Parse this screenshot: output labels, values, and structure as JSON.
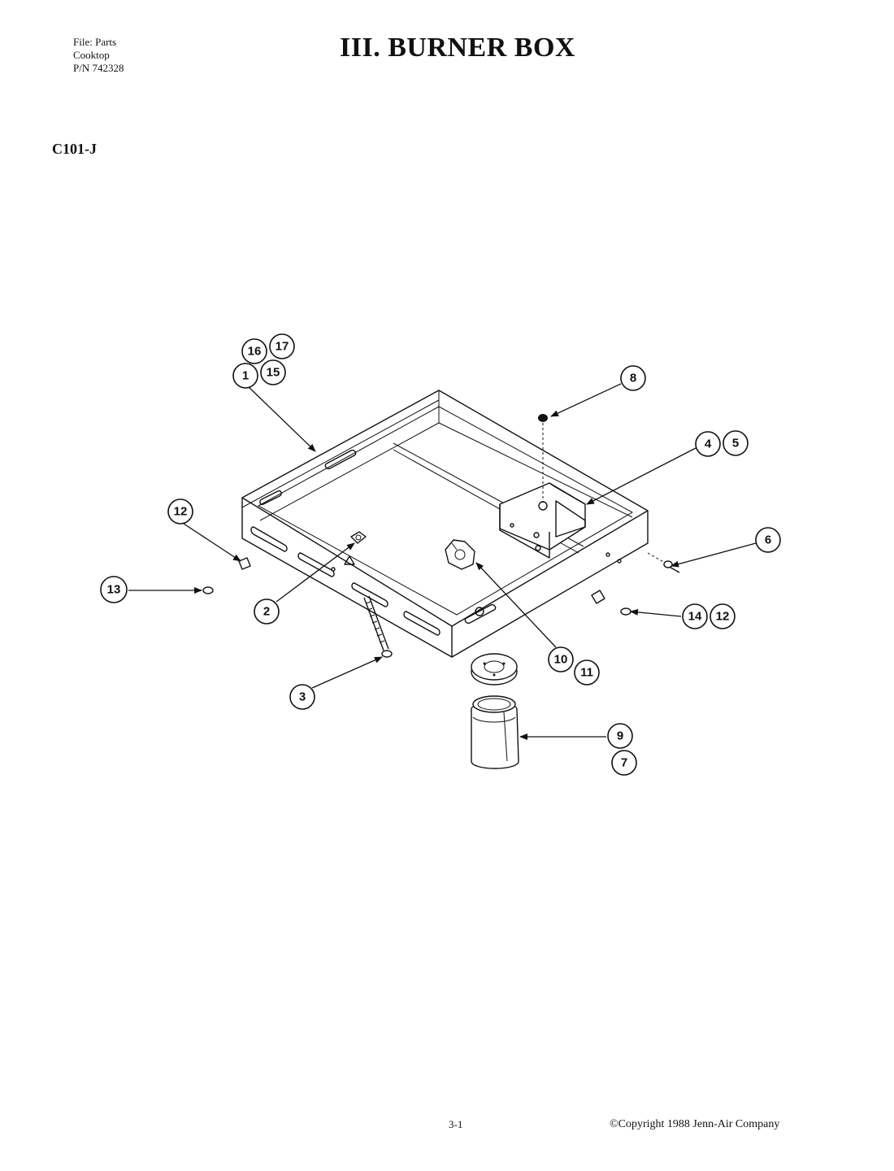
{
  "header": {
    "file_lines": [
      "File: Parts",
      "Cooktop",
      "P/N 742328"
    ],
    "title": "III. BURNER BOX",
    "model": "C101-J"
  },
  "footer": {
    "page": "3-1",
    "copyright": "©Copyright 1988 Jenn-Air Company"
  },
  "callouts": {
    "c16": "16",
    "c17": "17",
    "c1": "1",
    "c15": "15",
    "c8": "8",
    "c4": "4",
    "c5": "5",
    "c12a": "12",
    "c6": "6",
    "c13": "13",
    "c2": "2",
    "c14": "14",
    "c12b": "12",
    "c10": "10",
    "c11": "11",
    "c3": "3",
    "c9": "9",
    "c7": "7"
  }
}
